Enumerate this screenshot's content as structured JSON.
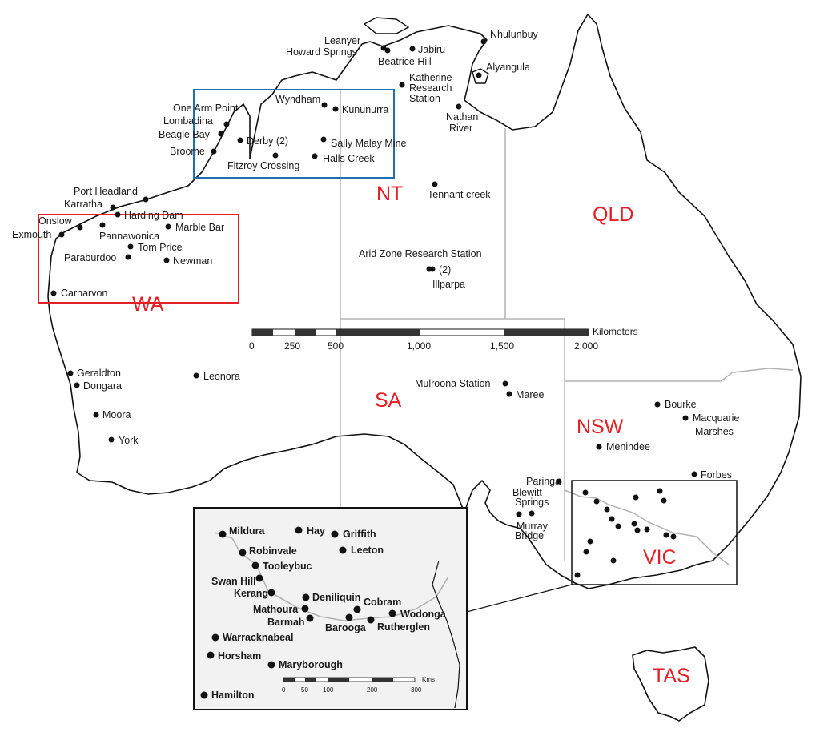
{
  "states": {
    "wa": "WA",
    "nt": "NT",
    "qld": "QLD",
    "sa": "SA",
    "nsw": "NSW",
    "vic": "VIC",
    "tas": "TAS"
  },
  "colors": {
    "state_label": "#e31e24",
    "wa_box": "#e31e24",
    "nt_box": "#1f6fb5",
    "inset_bg": "#f2f2f2",
    "border": "#b3b3b3"
  },
  "scale": {
    "unit": "Kilometers",
    "ticks": [
      "0",
      "250",
      "500",
      "1,000",
      "1,500",
      "2,000"
    ]
  },
  "inset_scale": {
    "unit": "Kms",
    "ticks": [
      "0",
      "50",
      "100",
      "200",
      "300"
    ]
  },
  "labels": {
    "leanyer": "Leanyer",
    "howard_springs": "Howard Springs",
    "jabiru": "Jabiru",
    "beatrice_hill": "Beatrice Hill",
    "nhulunbuy": "Nhulunbuy",
    "alyangula": "Alyangula",
    "katherine_1": "Katherine",
    "katherine_2": "Research",
    "katherine_3": "Station",
    "nathan_1": "Nathan",
    "nathan_2": "River",
    "wyndham": "Wyndham",
    "kununurra": "Kununurra",
    "one_arm_point": "One Arm Point",
    "lombadina": "Lombadina",
    "beagle_bay": "Beagle Bay",
    "broome": "Broome",
    "derby": "Derby (2)",
    "sally_malay": "Sally Malay Mine",
    "halls_creek": "Halls Creek",
    "fitzroy": "Fitzroy Crossing",
    "tennant": "Tennant creek",
    "port_headland": "Port Headland",
    "karratha": "Karratha",
    "harding_dam": "Harding Dam",
    "onslow": "Onslow",
    "exmouth": "Exmouth",
    "pannawonica": "Pannawonica",
    "marble_bar": "Marble Bar",
    "tom_price": "Tom Price",
    "paraburdoo": "Paraburdoo",
    "newman": "Newman",
    "carnarvon": "Carnarvon",
    "arid_zone": "Arid Zone Research Station",
    "arid_count": "(2)",
    "illparpa": "Illparpa",
    "geraldton": "Geraldton",
    "dongara": "Dongara",
    "leonora": "Leonora",
    "moora": "Moora",
    "york": "York",
    "mulroona": "Mulroona Station",
    "maree": "Maree",
    "bourke": "Bourke",
    "macquarie_1": "Macquarie",
    "macquarie_2": "Marshes",
    "menindee": "Menindee",
    "forbes": "Forbes",
    "paringa": "Paringa",
    "blewitt_1": "Blewitt",
    "blewitt_2": "Springs",
    "murray_1": "Murray",
    "murray_2": "Bridge"
  },
  "inset": {
    "mildura": "Mildura",
    "hay": "Hay",
    "griffith": "Griffith",
    "robinvale": "Robinvale",
    "leeton": "Leeton",
    "tooleybuc": "Tooleybuc",
    "swan_hill": "Swan Hill",
    "kerang": "Kerang",
    "deniliquin": "Deniliquin",
    "cobram": "Cobram",
    "mathoura": "Mathoura",
    "wodonga": "Wodonga",
    "barmah": "Barmah",
    "barooga": "Barooga",
    "rutherglen": "Rutherglen",
    "warracknabeal": "Warracknabeal",
    "horsham": "Horsham",
    "maryborough": "Maryborough",
    "hamilton": "Hamilton"
  }
}
